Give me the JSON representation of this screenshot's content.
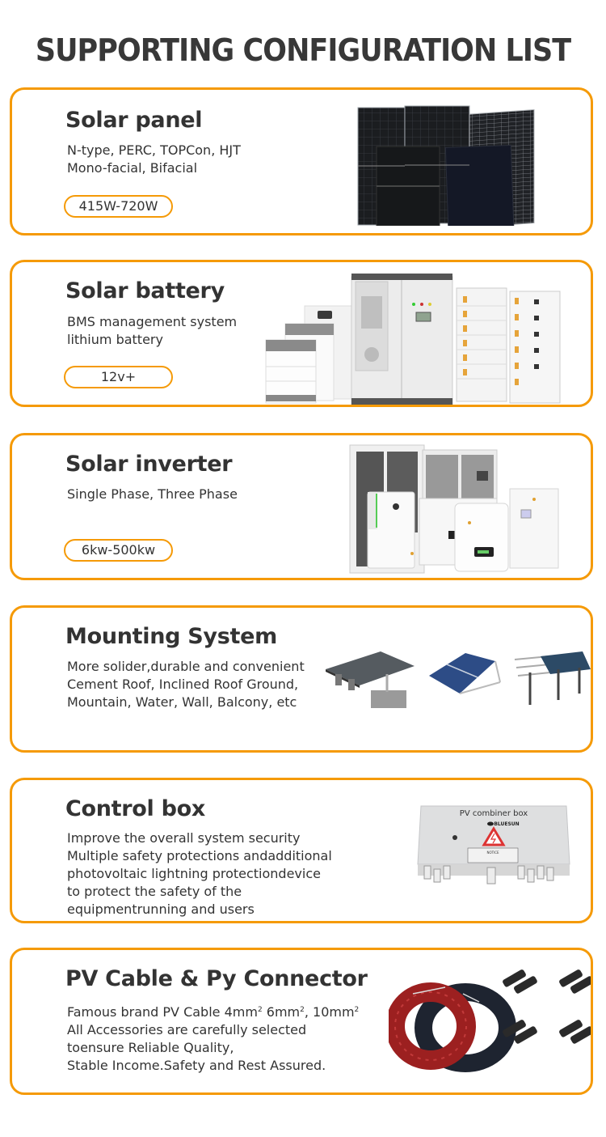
{
  "page": {
    "title": "SUPPORTING CONFIGURATION LIST",
    "accent_color": "#f59a07",
    "text_color": "#333333"
  },
  "cards": [
    {
      "id": "solar-panel",
      "title": "Solar panel",
      "lines": [
        "N-type, PERC, TOPCon, HJT",
        "Mono-facial, Bifacial"
      ],
      "badge": "415W-720W",
      "image": "solar-panels-image"
    },
    {
      "id": "solar-battery",
      "title": "Solar battery",
      "lines": [
        "BMS management system",
        "lithium battery"
      ],
      "badge": "12v+",
      "image": "battery-cabinets-image"
    },
    {
      "id": "solar-inverter",
      "title": "Solar inverter",
      "lines": [
        "Single Phase, Three Phase"
      ],
      "badge": "6kw-500kw",
      "image": "inverters-image"
    },
    {
      "id": "mounting-system",
      "title": "Mounting System",
      "lines": [
        "More solider,durable and convenient",
        "Cement Roof, Inclined Roof Ground,",
        "Mountain, Water, Wall, Balcony, etc"
      ],
      "image": "mounting-racks-image"
    },
    {
      "id": "control-box",
      "title": "Control box",
      "lines": [
        "Improve the overall system security",
        "Multiple safety protections andadditional",
        "photovoltaic lightning protectiondevice",
        "to protect the safety of the",
        "equipmentrunning and users"
      ],
      "image": "combiner-box-image",
      "image_labels": {
        "header": "PV combiner box",
        "brand": "BLUESUN",
        "notice": "NOTICE"
      }
    },
    {
      "id": "pv-cable",
      "title": "PV Cable & Py Connector",
      "line1_parts": [
        "Famous brand PV Cable 4mm",
        "2",
        " 6mm",
        "2",
        ", 10mm",
        "2"
      ],
      "lines": [
        "All Accessories are carefully selected",
        "toensure Reliable Quality,",
        "Stable Income.Safety and Rest Assured."
      ],
      "image": "cables-connectors-image"
    }
  ]
}
